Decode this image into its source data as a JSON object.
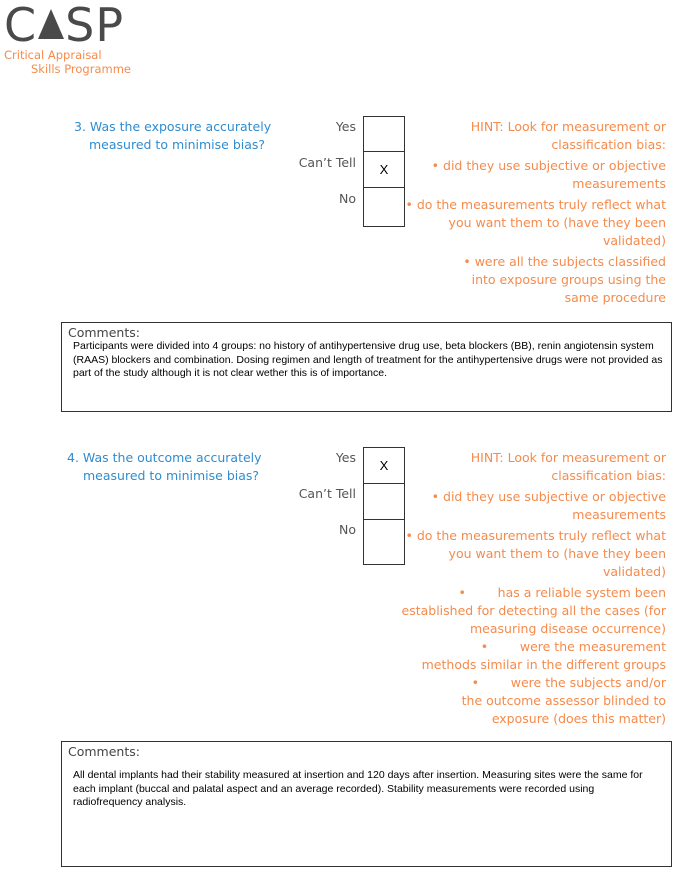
{
  "logo": {
    "mark_left": "C",
    "mark_right": "SP",
    "subtitle_line1": "Critical Appraisal",
    "subtitle_line2": "Skills Programme"
  },
  "questions": [
    {
      "number": "3.",
      "line1": "Was the exposure accurately",
      "line2": "measured to minimise bias?",
      "options": [
        {
          "label": "Yes",
          "mark": ""
        },
        {
          "label": "Can’t Tell",
          "mark": "X"
        },
        {
          "label": "No",
          "mark": ""
        }
      ],
      "hint_lines": [
        "HINT: Look for measurement or",
        "classification bias:",
        "• did they use subjective or objective",
        "measurements",
        "• do the measurements truly reflect what",
        "you want them to (have they been",
        "validated)",
        "• were all the subjects classified",
        "into exposure groups using the",
        "same procedure"
      ],
      "comments_label": "Comments:",
      "comments_text": "Participants were divided into 4 groups: no history of antihypertensive drug use, beta blockers (BB), renin angiotensin system (RAAS) blockers and combination. Dosing regimen and length of treatment for the antihypertensive drugs were not provided as part of the study although it is not clear wether this is of importance."
    },
    {
      "number": "4.",
      "line1": "Was the outcome accurately",
      "line2": "measured to minimise bias?",
      "options": [
        {
          "label": "Yes",
          "mark": "X"
        },
        {
          "label": "Can’t Tell",
          "mark": ""
        },
        {
          "label": "No",
          "mark": ""
        }
      ],
      "hint_lines": [
        "HINT: Look for measurement or",
        "classification bias:",
        "• did they use subjective or objective",
        "measurements",
        "• do the measurements truly reflect what",
        "you want them to (have they been",
        "validated)",
        "•        has a reliable system been",
        "established for detecting all the cases (for",
        "measuring disease occurrence)",
        "•        were the measurement",
        "methods similar in the different groups",
        "•        were the subjects and/or",
        "the outcome assessor blinded to",
        "exposure (does this matter)"
      ],
      "comments_label": "Comments:",
      "comments_text": "All dental implants had their stability measured at insertion and 120 days after insertion. Measuring sites were the same for each implant (buccal and palatal aspect and an average recorded). Stability measurements were recorded using radiofrequency analysis."
    }
  ]
}
